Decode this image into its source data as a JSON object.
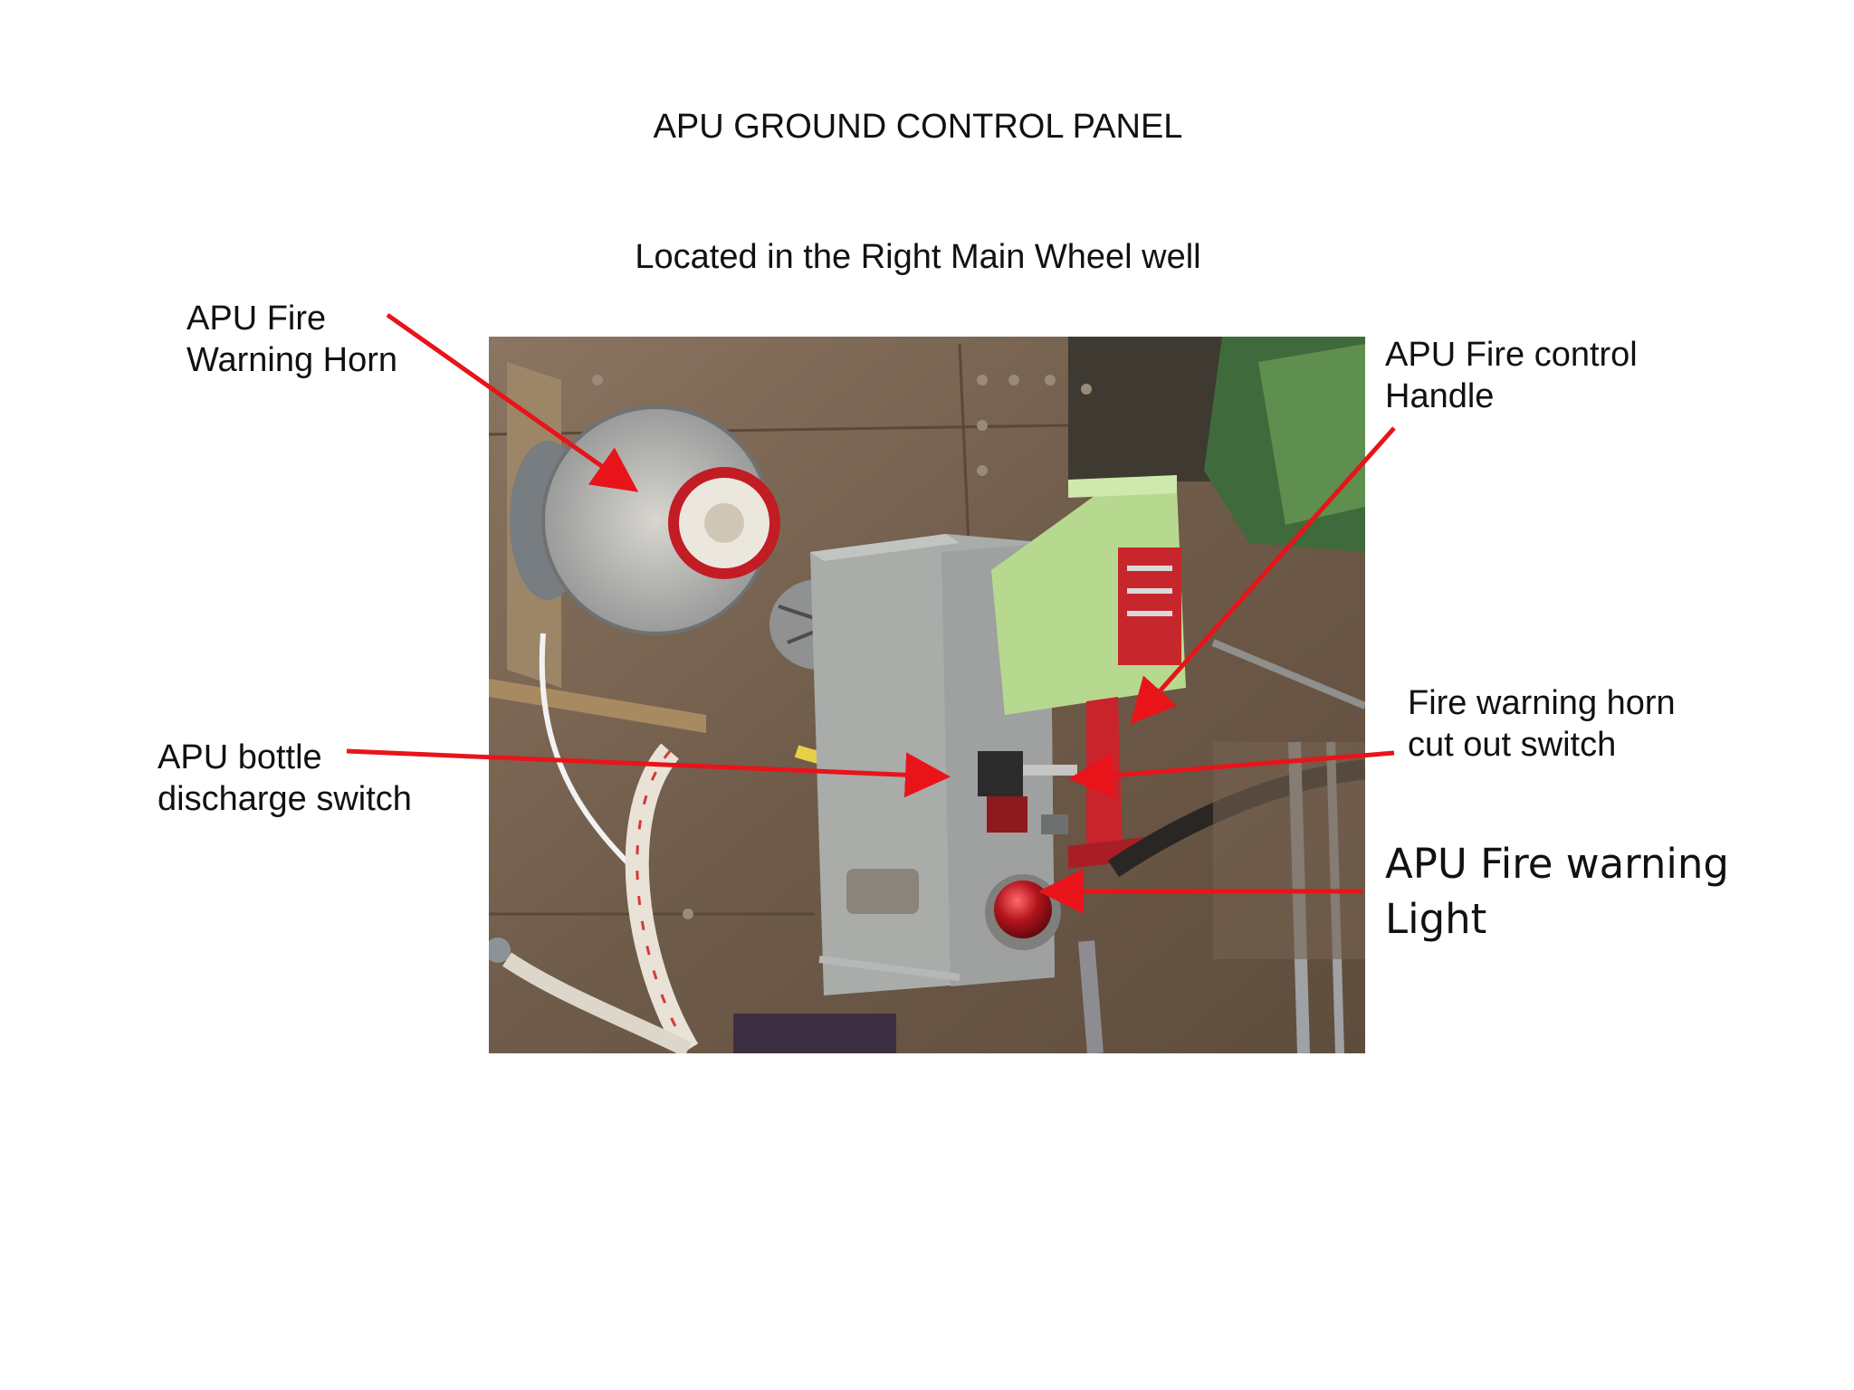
{
  "header": {
    "title": "APU GROUND CONTROL PANEL",
    "subtitle": "Located in the Right Main Wheel well"
  },
  "labels": {
    "horn": {
      "line1": "APU Fire",
      "line2": "Warning Horn"
    },
    "handle": {
      "line1": "APU Fire control",
      "line2": "Handle"
    },
    "cutout": {
      "line1": "Fire warning horn",
      "line2": "cut out switch"
    },
    "bottle": {
      "line1": "APU bottle",
      "line2": "discharge switch"
    },
    "light": {
      "line1": "APU Fire warning",
      "line2": "Light"
    }
  },
  "colors": {
    "arrow": "#e8141a",
    "photo_background": "#7a6652",
    "panel_metal": "#a9aca9",
    "handle_bracket": "#b7d98f",
    "handle_red": "#c9242c",
    "warning_light": "#a3131c"
  }
}
